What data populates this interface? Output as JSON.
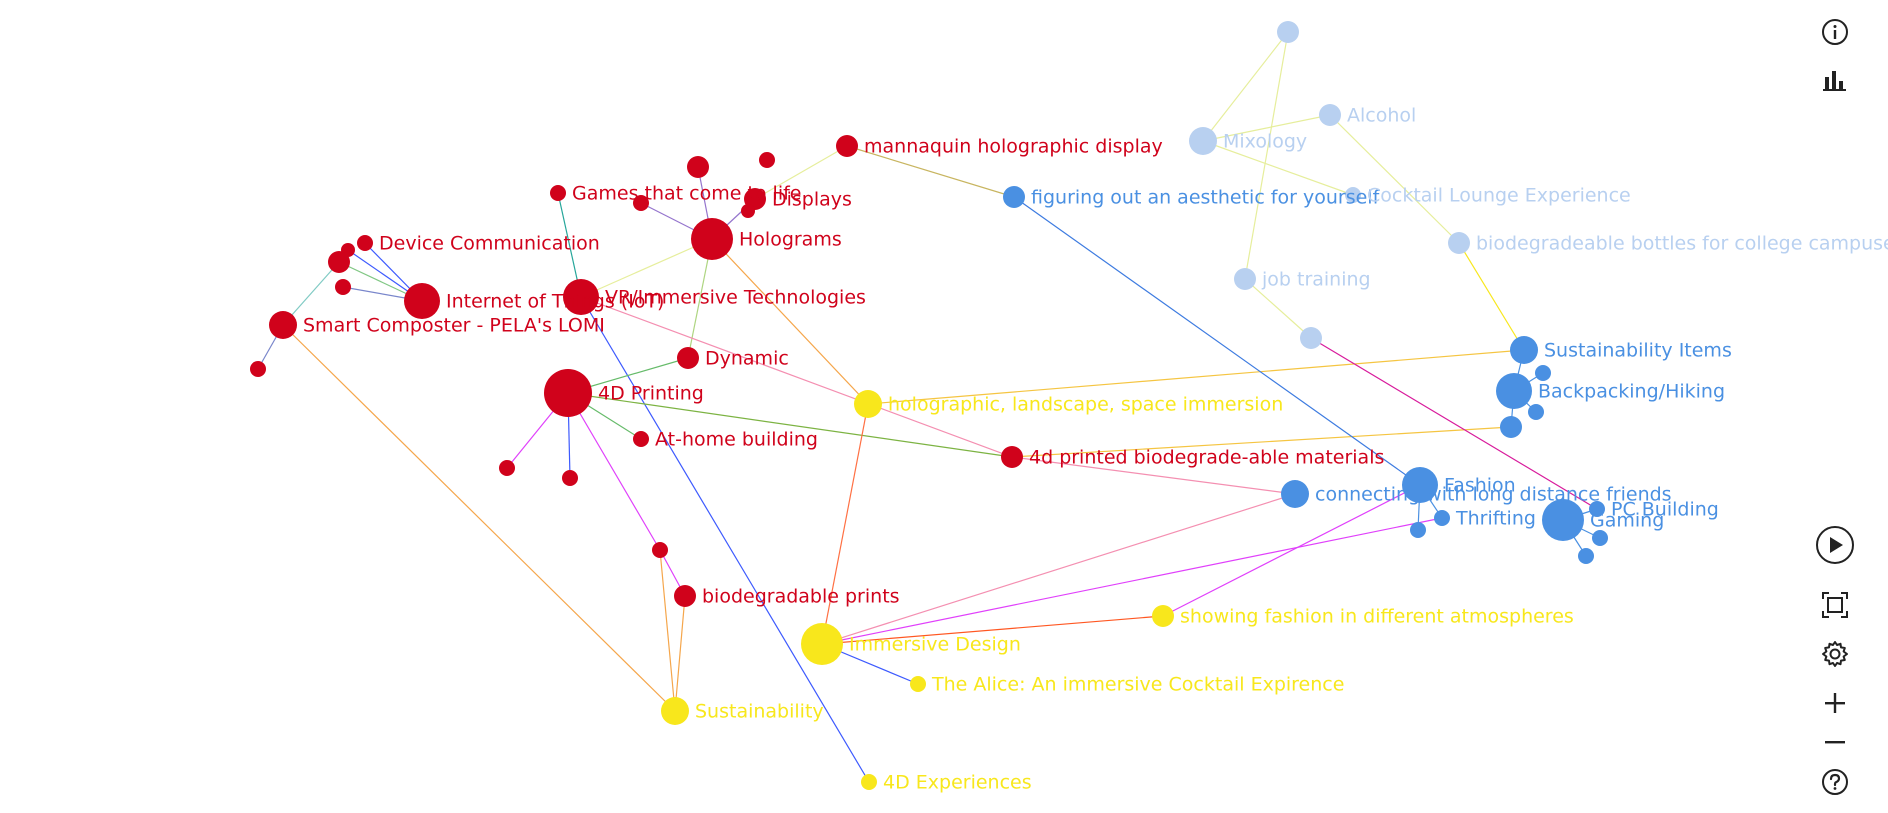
{
  "colors": {
    "red": "#d0021b",
    "yellow": "#f8e71c",
    "blue": "#4a90e2",
    "lightblue": "#b8d0f0",
    "icon": "#222222"
  },
  "toolbar": {
    "info": "info-icon",
    "stats": "bar-chart-icon",
    "play": "play-icon",
    "fit": "fit-screen-icon",
    "settings": "gear-icon",
    "zoom_in": "plus-icon",
    "zoom_out": "minus-icon",
    "help": "help-icon"
  },
  "nodes": [
    {
      "id": "mannequin",
      "label": "mannaquin holographic display",
      "group": "red"
    },
    {
      "id": "displays",
      "label": "Displays",
      "group": "red"
    },
    {
      "id": "games",
      "label": "Games that come to life",
      "group": "red"
    },
    {
      "id": "holograms",
      "label": "Holograms",
      "group": "red"
    },
    {
      "id": "devicecomm",
      "label": "Device Communication",
      "group": "red"
    },
    {
      "id": "iot",
      "label": "Internet of Things (IoT)",
      "group": "red"
    },
    {
      "id": "vr",
      "label": "VR/Immersive Technologies",
      "group": "red"
    },
    {
      "id": "smartcomp",
      "label": "Smart Composter - PELA's LOMI",
      "group": "red"
    },
    {
      "id": "dynamic",
      "label": "Dynamic",
      "group": "red"
    },
    {
      "id": "printing4d",
      "label": "4D Printing",
      "group": "red"
    },
    {
      "id": "athome",
      "label": "At-home building",
      "group": "red"
    },
    {
      "id": "printedmat",
      "label": "4d printed biodegrade-able materials",
      "group": "red"
    },
    {
      "id": "bioprints",
      "label": "biodegradable prints",
      "group": "red"
    },
    {
      "id": "holoscape",
      "label": "holographic, landscape, space immersion",
      "group": "yellow"
    },
    {
      "id": "immersive",
      "label": "Immersive Design",
      "group": "yellow"
    },
    {
      "id": "fashatmos",
      "label": "showing fashion in different atmospheres",
      "group": "yellow"
    },
    {
      "id": "alice",
      "label": "The Alice: An immersive Cocktail Expirence",
      "group": "yellow"
    },
    {
      "id": "sustain",
      "label": "Sustainability",
      "group": "yellow"
    },
    {
      "id": "exp4d",
      "label": "4D Experiences",
      "group": "yellow"
    },
    {
      "id": "aesthetic",
      "label": "figuring out an aesthetic for yourself",
      "group": "blue"
    },
    {
      "id": "sustitems",
      "label": "Sustainability Items",
      "group": "blue"
    },
    {
      "id": "backpack",
      "label": "Backpacking/Hiking",
      "group": "blue"
    },
    {
      "id": "connecting",
      "label": "connecting with long distance friends",
      "group": "blue"
    },
    {
      "id": "fashion",
      "label": "Fashion",
      "group": "blue"
    },
    {
      "id": "thrifting",
      "label": "Thrifting",
      "group": "blue"
    },
    {
      "id": "gaming",
      "label": "Gaming",
      "group": "blue"
    },
    {
      "id": "pcbuild",
      "label": "PC Building",
      "group": "blue"
    },
    {
      "id": "alcohol",
      "label": "Alcohol",
      "group": "lightblue"
    },
    {
      "id": "mixology",
      "label": "Mixology",
      "group": "lightblue"
    },
    {
      "id": "cocktail",
      "label": "Cocktail Lounge Experience",
      "group": "lightblue"
    },
    {
      "id": "bottles",
      "label": "biodegradeable bottles for college campuses",
      "group": "lightblue"
    },
    {
      "id": "jobtrain",
      "label": "job training",
      "group": "lightblue"
    },
    {
      "id": "u_r1",
      "label": "",
      "group": "red"
    },
    {
      "id": "u_r2",
      "label": "",
      "group": "red"
    },
    {
      "id": "u_r3",
      "label": "",
      "group": "red"
    },
    {
      "id": "u_r4",
      "label": "",
      "group": "red"
    },
    {
      "id": "u_r5",
      "label": "",
      "group": "red"
    },
    {
      "id": "u_r6",
      "label": "",
      "group": "red"
    },
    {
      "id": "u_r7",
      "label": "",
      "group": "red"
    },
    {
      "id": "u_r8",
      "label": "",
      "group": "red"
    },
    {
      "id": "u_r9",
      "label": "",
      "group": "red"
    },
    {
      "id": "u_r10",
      "label": "",
      "group": "red"
    },
    {
      "id": "u_r11",
      "label": "",
      "group": "red"
    },
    {
      "id": "u_lb1",
      "label": "",
      "group": "lightblue"
    },
    {
      "id": "u_lb2",
      "label": "",
      "group": "lightblue"
    },
    {
      "id": "u_b1",
      "label": "",
      "group": "blue"
    },
    {
      "id": "u_b2",
      "label": "",
      "group": "blue"
    },
    {
      "id": "u_b3",
      "label": "",
      "group": "blue"
    },
    {
      "id": "u_b4",
      "label": "",
      "group": "blue"
    },
    {
      "id": "u_b5",
      "label": "",
      "group": "blue"
    },
    {
      "id": "u_b6",
      "label": "",
      "group": "blue"
    }
  ],
  "edges": [
    {
      "from": "mannequin",
      "to": "displays",
      "color": "#e6ee9c"
    },
    {
      "from": "mannequin",
      "to": "aesthetic",
      "color": "#c8b560"
    },
    {
      "from": "displays",
      "to": "holograms",
      "color": "#9575cd"
    },
    {
      "from": "u_r8",
      "to": "holograms",
      "color": "#9575cd"
    },
    {
      "from": "u_r7",
      "to": "holograms",
      "color": "#9575cd"
    },
    {
      "from": "games",
      "to": "vr",
      "color": "#26a69a"
    },
    {
      "from": "holograms",
      "to": "vr",
      "color": "#e6ee9c"
    },
    {
      "from": "holograms",
      "to": "dynamic",
      "color": "#aed581"
    },
    {
      "from": "holograms",
      "to": "holoscape",
      "color": "#f5a64b"
    },
    {
      "from": "devicecomm",
      "to": "iot",
      "color": "#3d5afe"
    },
    {
      "from": "u_r1",
      "to": "iot",
      "color": "#3d5afe"
    },
    {
      "from": "u_r2",
      "to": "iot",
      "color": "#81c784"
    },
    {
      "from": "u_r3",
      "to": "iot",
      "color": "#7986cb"
    },
    {
      "from": "u_r2",
      "to": "smartcomp",
      "color": "#80cbc4"
    },
    {
      "from": "smartcomp",
      "to": "u_r4",
      "color": "#7986cb"
    },
    {
      "from": "smartcomp",
      "to": "sustain",
      "color": "#f5a64b"
    },
    {
      "from": "vr",
      "to": "printedmat",
      "color": "#f48fb1"
    },
    {
      "from": "vr",
      "to": "exp4d",
      "color": "#3d5afe"
    },
    {
      "from": "dynamic",
      "to": "printing4d",
      "color": "#66bb6a"
    },
    {
      "from": "printing4d",
      "to": "athome",
      "color": "#66bb6a"
    },
    {
      "from": "printing4d",
      "to": "printedmat",
      "color": "#7cb342"
    },
    {
      "from": "printing4d",
      "to": "u_r5",
      "color": "#e040fb"
    },
    {
      "from": "printing4d",
      "to": "u_r6",
      "color": "#3d5afe"
    },
    {
      "from": "printing4d",
      "to": "u_r11",
      "color": "#e040fb"
    },
    {
      "from": "u_r11",
      "to": "bioprints",
      "color": "#e040fb"
    },
    {
      "from": "u_r11",
      "to": "sustain",
      "color": "#f5a64b"
    },
    {
      "from": "bioprints",
      "to": "sustain",
      "color": "#f5a64b"
    },
    {
      "from": "holoscape",
      "to": "immersive",
      "color": "#ff7043"
    },
    {
      "from": "holoscape",
      "to": "sustitems",
      "color": "#f5c542"
    },
    {
      "from": "printedmat",
      "to": "u_b6",
      "color": "#f5c542"
    },
    {
      "from": "printedmat",
      "to": "connecting",
      "color": "#f48fb1"
    },
    {
      "from": "immersive",
      "to": "alice",
      "color": "#3d5afe"
    },
    {
      "from": "immersive",
      "to": "fashatmos",
      "color": "#ff5722"
    },
    {
      "from": "immersive",
      "to": "connecting",
      "color": "#f48fb1"
    },
    {
      "from": "immersive",
      "to": "thrifting",
      "color": "#e040fb"
    },
    {
      "from": "fashatmos",
      "to": "fashion",
      "color": "#e040fb"
    },
    {
      "from": "aesthetic",
      "to": "fashion",
      "color": "#3d7be0"
    },
    {
      "from": "sustitems",
      "to": "backpack",
      "color": "#4a90e2"
    },
    {
      "from": "sustitems",
      "to": "bottles",
      "color": "#f8e71c"
    },
    {
      "from": "u_lb2",
      "to": "pcbuild",
      "color": "#d81b9c"
    },
    {
      "from": "u_lb1",
      "to": "mixology",
      "color": "#e6ee9c"
    },
    {
      "from": "u_lb1",
      "to": "jobtrain",
      "color": "#e6ee9c"
    },
    {
      "from": "mixology",
      "to": "alcohol",
      "color": "#e6ee9c"
    },
    {
      "from": "mixology",
      "to": "cocktail",
      "color": "#e6ee9c"
    },
    {
      "from": "alcohol",
      "to": "bottles",
      "color": "#e6ee9c"
    },
    {
      "from": "jobtrain",
      "to": "u_lb2",
      "color": "#e6ee9c"
    },
    {
      "from": "fashion",
      "to": "thrifting",
      "color": "#4a90e2"
    },
    {
      "from": "fashion",
      "to": "u_b3",
      "color": "#4a90e2"
    },
    {
      "from": "gaming",
      "to": "pcbuild",
      "color": "#4a90e2"
    },
    {
      "from": "gaming",
      "to": "u_b4",
      "color": "#4a90e2"
    },
    {
      "from": "gaming",
      "to": "u_b5",
      "color": "#4a90e2"
    },
    {
      "from": "backpack",
      "to": "u_b1",
      "color": "#4a90e2"
    },
    {
      "from": "backpack",
      "to": "u_b2",
      "color": "#4a90e2"
    },
    {
      "from": "backpack",
      "to": "u_b6",
      "color": "#4a90e2"
    }
  ]
}
